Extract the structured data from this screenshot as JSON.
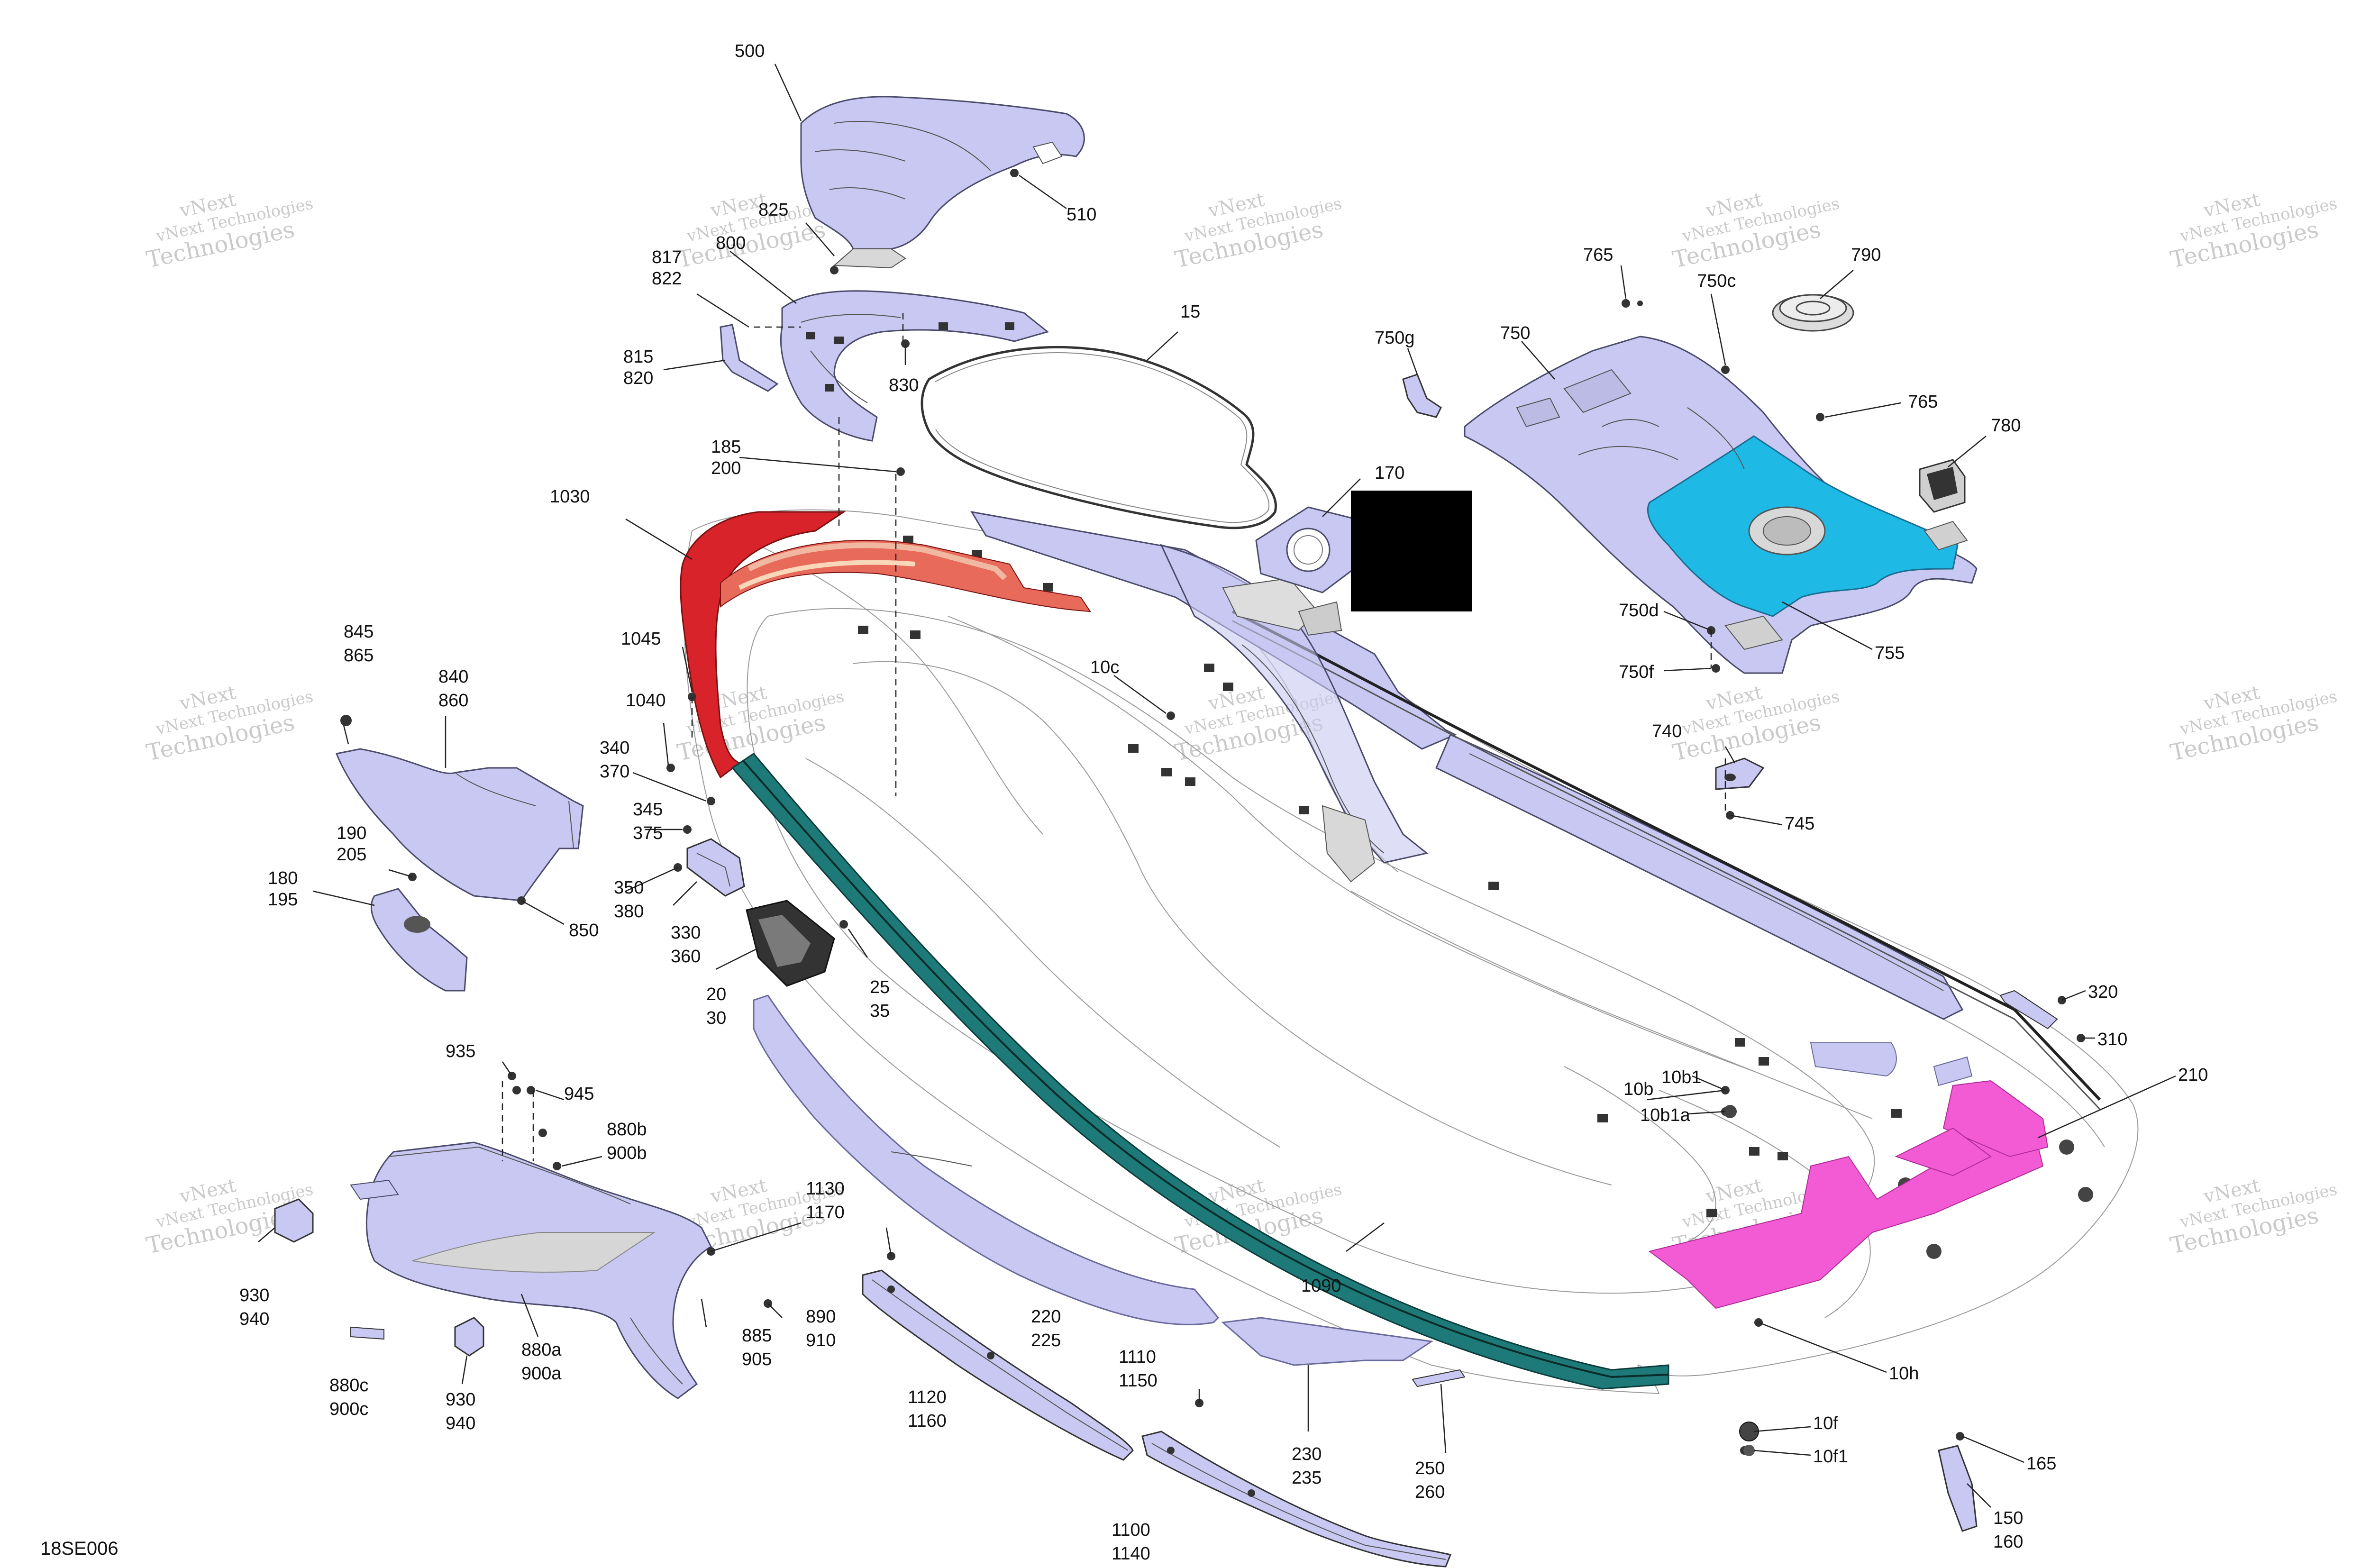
{
  "diagram_id": "18SE006",
  "watermark_text": [
    "vNext",
    "Technologies",
    "vNext Technologies"
  ],
  "colors": {
    "part_fill": "#c9c8f2",
    "part_stroke": "#4a4a6a",
    "red_part": "#d8232a",
    "teal_part": "#1e7a78",
    "cyan_part": "#1fb9e6",
    "magenta_part": "#f25bd3",
    "redaction": "#000000"
  },
  "callouts": {
    "c500": "500",
    "c510": "510",
    "c825": "825",
    "c800": "800",
    "c817": "817",
    "c822": "822",
    "c815": "815",
    "c820": "820",
    "c830": "830",
    "c15": "15",
    "c185": "185",
    "c200": "200",
    "c170": "170",
    "c1030": "1030",
    "c765a": "765",
    "c790": "790",
    "c750c": "750c",
    "c750g": "750g",
    "c750": "750",
    "c765b": "765",
    "c780": "780",
    "c750d": "750d",
    "c750f": "750f",
    "c755": "755",
    "c1045": "1045",
    "c1040": "1040",
    "c10c": "10c",
    "c845": "845",
    "c865": "865",
    "c840": "840",
    "c860": "860",
    "c340": "340",
    "c370": "370",
    "c345": "345",
    "c375": "375",
    "c190": "190",
    "c205": "205",
    "c180": "180",
    "c195": "195",
    "c350": "350",
    "c380": "380",
    "c330": "330",
    "c360": "360",
    "c850": "850",
    "c20": "20",
    "c30": "30",
    "c25": "25",
    "c35": "35",
    "c740": "740",
    "c745": "745",
    "c320": "320",
    "c310": "310",
    "c210": "210",
    "c10b1": "10b1",
    "c10b": "10b",
    "c10b1a": "10b1a",
    "c935": "935",
    "c945": "945",
    "c880b": "880b",
    "c900b": "900b",
    "c930a": "930",
    "c940a": "940",
    "c1130": "1130",
    "c1170": "1170",
    "c220": "220",
    "c225": "225",
    "c1090": "1090",
    "c890": "890",
    "c910": "910",
    "c885": "885",
    "c905": "905",
    "c880a": "880a",
    "c900a": "900a",
    "c930b": "930",
    "c940b": "940",
    "c880c": "880c",
    "c900c": "900c",
    "c1110": "1110",
    "c1150": "1150",
    "c1120": "1120",
    "c1160": "1160",
    "c230": "230",
    "c235": "235",
    "c250": "250",
    "c260": "260",
    "c10h": "10h",
    "c10f": "10f",
    "c10f1": "10f1",
    "c165": "165",
    "c150": "150",
    "c160": "160",
    "c1100": "1100",
    "c1140": "1140"
  }
}
